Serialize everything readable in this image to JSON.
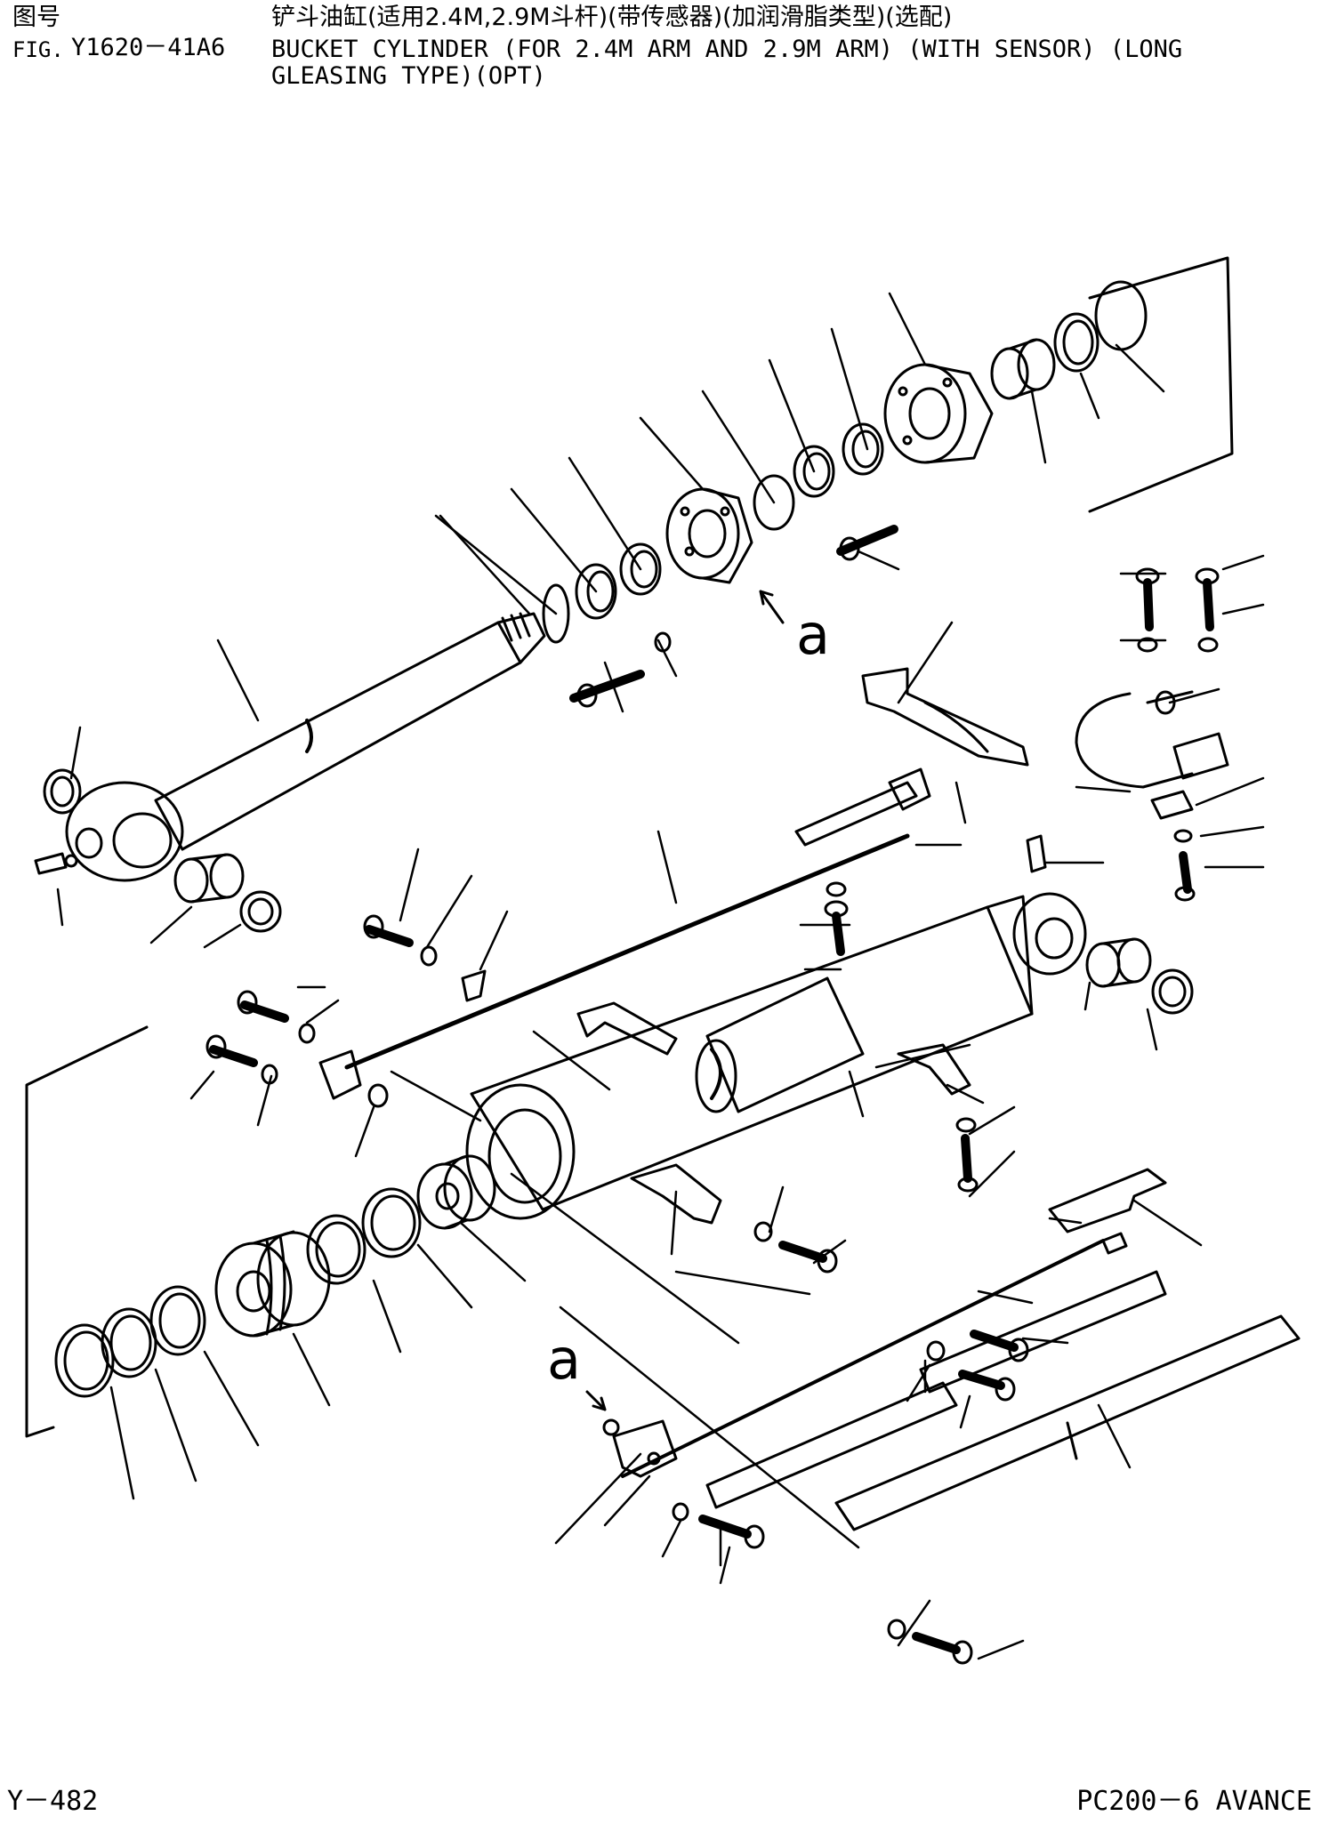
{
  "header": {
    "fig_label_cn": "图号",
    "fig_label_en": "FIG.",
    "fig_number": "Y1620－41A6",
    "title_cn": "铲斗油缸(适用2.4M,2.9M斗杆)(带传感器)(加润滑脂类型)(选配)",
    "title_en_line1": "BUCKET CYLINDER (FOR 2.4M ARM AND 2.9M ARM) (WITH SENSOR) (LONG",
    "title_en_line2": "GLEASING TYPE)(OPT)"
  },
  "callouts": {
    "upper": "a",
    "lower": "a"
  },
  "footer": {
    "page": "Y－482",
    "model": "PC200－6 AVANCE"
  }
}
